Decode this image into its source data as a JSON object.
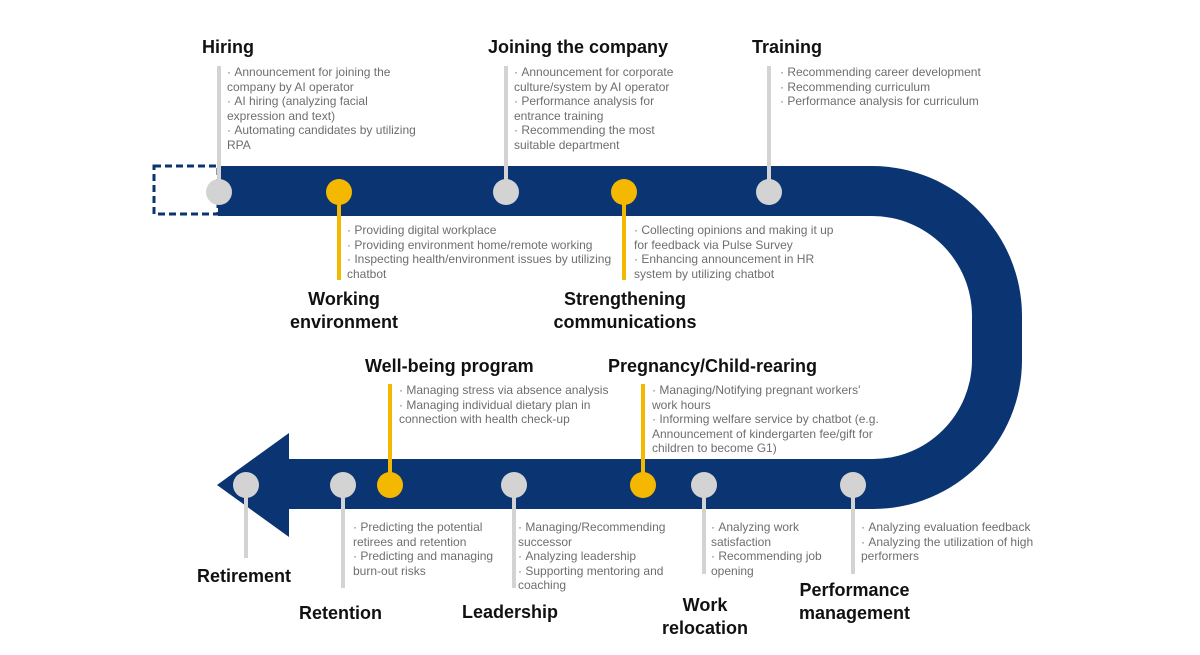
{
  "colors": {
    "navy": "#0b3472",
    "yellow": "#f5b800",
    "gray": "#d3d3d3",
    "text": "#6e6e6e"
  },
  "stages": [
    {
      "id": "hiring",
      "title": "Hiring",
      "color": "gray",
      "items": [
        "Announcement for joining the company by AI operator",
        "AI hiring (analyzing facial expression and text)",
        "Automating candidates by utilizing RPA"
      ]
    },
    {
      "id": "working-environment",
      "title": "Working environment",
      "color": "yellow",
      "items": [
        "Providing digital workplace",
        "Providing environment home/remote working",
        "Inspecting health/environment issues by utilizing chatbot"
      ]
    },
    {
      "id": "joining",
      "title": "Joining the company",
      "color": "gray",
      "items": [
        "Announcement for corporate culture/system by AI operator",
        "Performance analysis for entrance training",
        "Recommending the most suitable department"
      ]
    },
    {
      "id": "communications",
      "title": "Strengthening communications",
      "color": "yellow",
      "items": [
        "Collecting opinions and making it up for feedback via Pulse Survey",
        "Enhancing announcement in HR system by utilizing chatbot"
      ]
    },
    {
      "id": "training",
      "title": "Training",
      "color": "gray",
      "items": [
        "Recommending career development",
        "Recommending curriculum",
        "Performance analysis for curriculum"
      ]
    },
    {
      "id": "performance",
      "title": "Performance management",
      "color": "gray",
      "items": [
        "Analyzing evaluation feedback",
        "Analyzing the utilization of high performers"
      ]
    },
    {
      "id": "relocation",
      "title": "Work relocation",
      "color": "gray",
      "items": [
        "Analyzing work satisfaction",
        "Recommending job opening"
      ]
    },
    {
      "id": "pregnancy",
      "title": "Pregnancy/Child-rearing",
      "color": "yellow",
      "items": [
        "Managing/Notifying pregnant workers' work hours",
        "Informing welfare service by chatbot (e.g. Announcement of kindergarten fee/gift for children to become G1)"
      ]
    },
    {
      "id": "leadership",
      "title": "Leadership",
      "color": "gray",
      "items": [
        "Managing/Recommending successor",
        "Analyzing leadership",
        "Supporting mentoring and coaching"
      ]
    },
    {
      "id": "wellbeing",
      "title": "Well-being program",
      "color": "yellow",
      "items": [
        "Managing stress via absence analysis",
        "Managing individual dietary plan in connection with health check-up"
      ]
    },
    {
      "id": "retention",
      "title": "Retention",
      "color": "gray",
      "items": [
        "Predicting the potential retirees and retention",
        "Predicting and managing burn-out risks"
      ]
    },
    {
      "id": "retirement",
      "title": "Retirement",
      "color": "gray",
      "items": []
    }
  ]
}
